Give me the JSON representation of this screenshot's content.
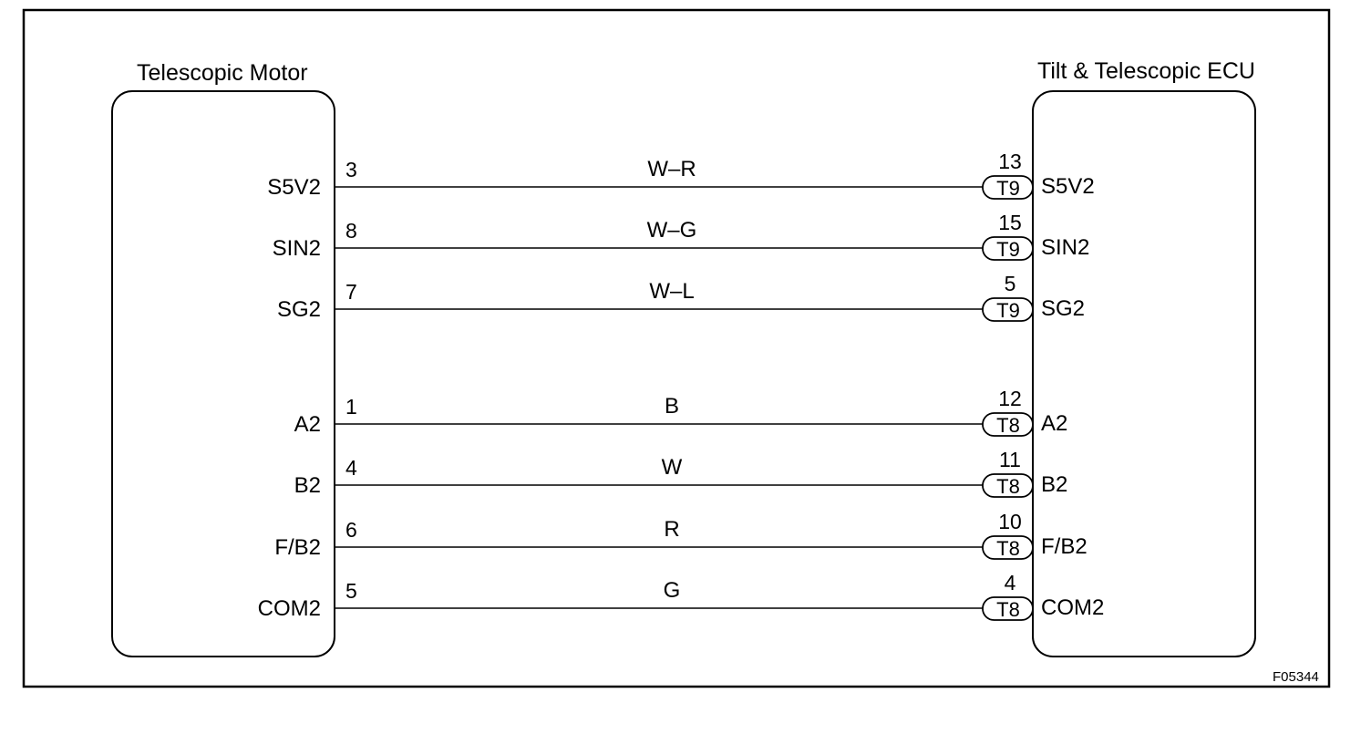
{
  "left_component": {
    "title": "Telescopic Motor",
    "pins": [
      "S5V2",
      "SIN2",
      "SG2",
      "A2",
      "B2",
      "F/B2",
      "COM2"
    ]
  },
  "right_component": {
    "title": "Tilt & Telescopic ECU",
    "pins": [
      "S5V2",
      "SIN2",
      "SG2",
      "A2",
      "B2",
      "F/B2",
      "COM2"
    ]
  },
  "wires": [
    {
      "left_pin": "3",
      "color": "W–R",
      "right_pin": "13",
      "connector": "T9"
    },
    {
      "left_pin": "8",
      "color": "W–G",
      "right_pin": "15",
      "connector": "T9"
    },
    {
      "left_pin": "7",
      "color": "W–L",
      "right_pin": "5",
      "connector": "T9"
    },
    {
      "left_pin": "1",
      "color": "B",
      "right_pin": "12",
      "connector": "T8"
    },
    {
      "left_pin": "4",
      "color": "W",
      "right_pin": "11",
      "connector": "T8"
    },
    {
      "left_pin": "6",
      "color": "R",
      "right_pin": "10",
      "connector": "T8"
    },
    {
      "left_pin": "5",
      "color": "G",
      "right_pin": "4",
      "connector": "T8"
    }
  ],
  "figure_code": "F05344"
}
